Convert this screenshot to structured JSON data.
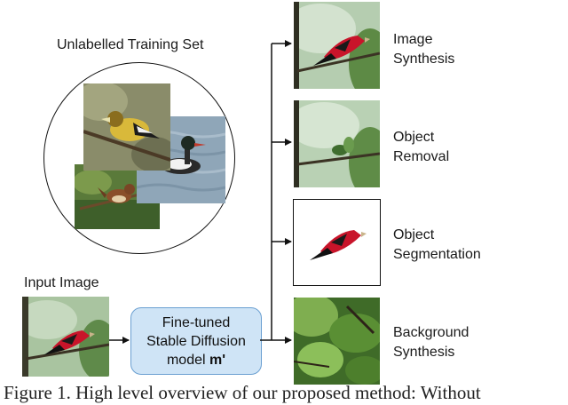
{
  "training_set": {
    "title": "Unlabelled Training Set"
  },
  "input": {
    "label": "Input Image"
  },
  "model": {
    "line1": "Fine-tuned",
    "line2": "Stable Diffusion",
    "line3_prefix": "model ",
    "line3_symbol": "m'"
  },
  "outputs": [
    {
      "line1": "Image",
      "line2": "Synthesis"
    },
    {
      "line1": "Object",
      "line2": "Removal"
    },
    {
      "line1": "Object",
      "line2": "Segmentation"
    },
    {
      "line1": "Background",
      "line2": "Synthesis"
    }
  ],
  "caption": {
    "text": "Figure 1. High level overview of our proposed method: Without"
  },
  "colors": {
    "box_fill": "#cfe4f6",
    "box_border": "#6a9fd1",
    "bird_red": "#c8142a"
  }
}
